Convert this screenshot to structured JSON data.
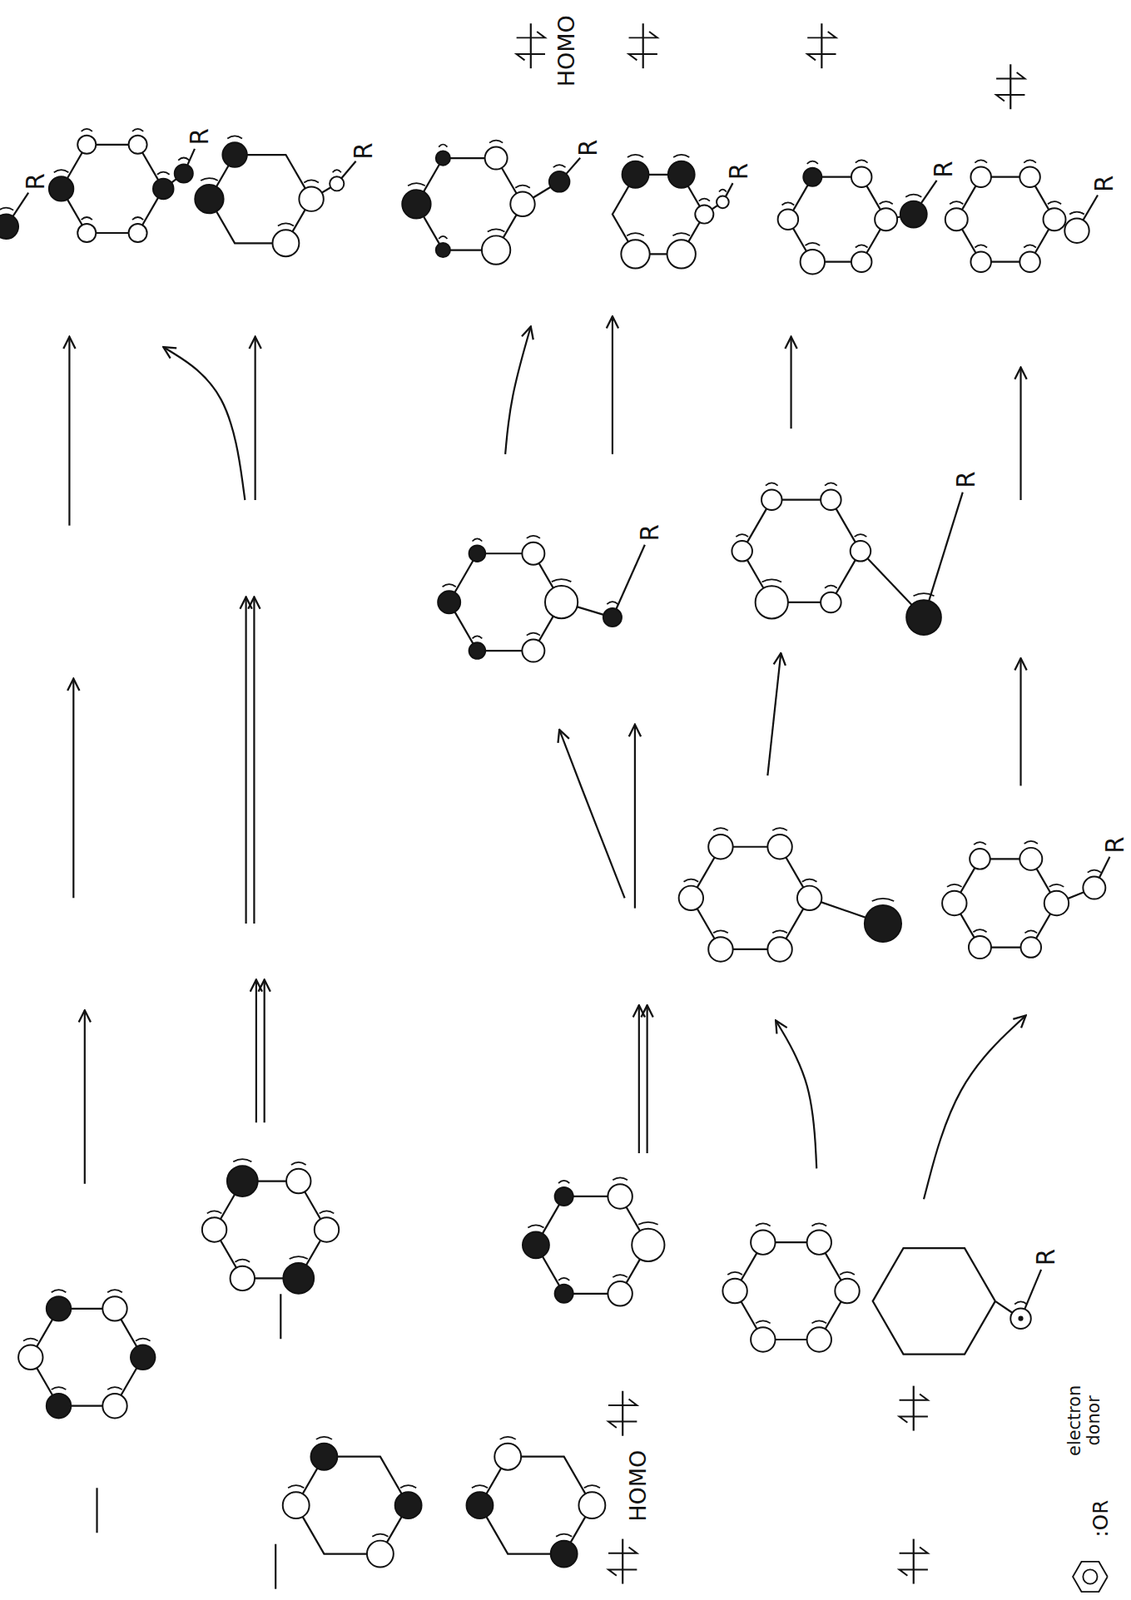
{
  "diagram": {
    "labels": [
      "HOMO",
      "R",
      "R",
      "R",
      "R",
      "R",
      "R",
      "R",
      "R",
      "R",
      "R",
      "R",
      "HOMO",
      ":OR",
      "electron donor"
    ]
  }
}
